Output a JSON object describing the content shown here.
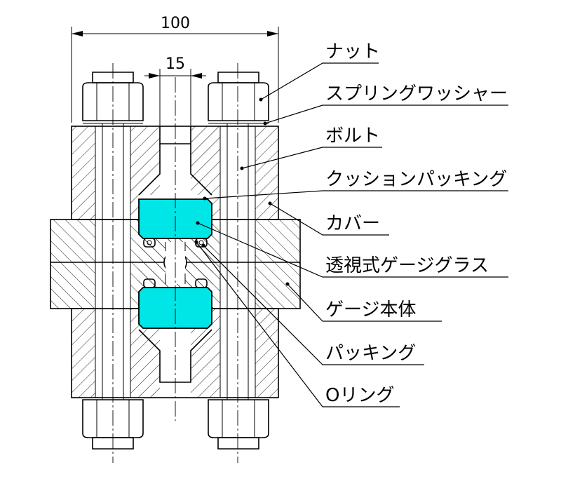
{
  "dimensions": {
    "overall_width": "100",
    "bore_width": "15"
  },
  "labels": [
    "ナット",
    "スプリングワッシャー",
    "ボルト",
    "クッションパッキング",
    "カバー",
    "透視式ゲージグラス",
    "ゲージ本体",
    "パッキング",
    "Oリング"
  ],
  "colors": {
    "cushion_packing": "#00E5E5",
    "line": "#000000",
    "background": "#FFFFFF"
  }
}
